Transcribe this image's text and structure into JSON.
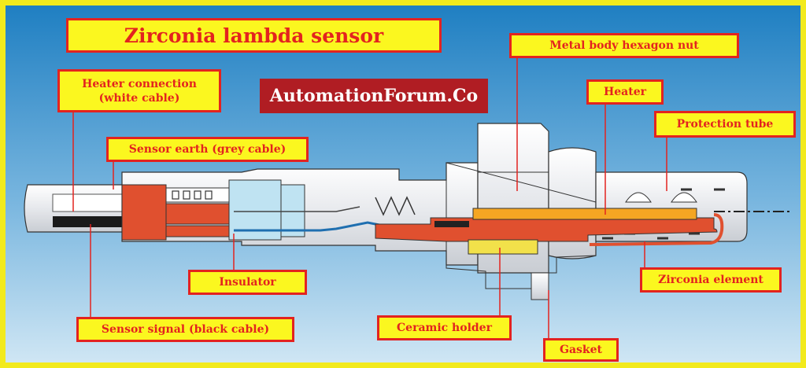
{
  "title": "Zirconia lambda sensor",
  "brand": "AutomationForum.Co",
  "labels": {
    "heater_connection_line1": "Heater connection",
    "heater_connection_line2": "(white cable)",
    "sensor_earth": "Sensor earth (grey cable)",
    "insulator": "Insulator",
    "sensor_signal": "Sensor signal (black cable)",
    "ceramic_holder": "Ceramic holder",
    "gasket": "Gasket",
    "metal_body_hexagon_nut": "Metal body hexagon nut",
    "heater": "Heater",
    "protection_tube": "Protection tube",
    "zirconia_element": "Zirconia element"
  },
  "colors": {
    "frame_yellow": "#f2ea1d",
    "label_fill": "#fbf71f",
    "label_red": "#e3231f",
    "brand_fill": "#b01d23",
    "sensor_orange": "#e0502f",
    "heater_orange": "#f5a623",
    "insulator_blue": "#bfe3f2",
    "body_grey": "#e8eaee"
  }
}
